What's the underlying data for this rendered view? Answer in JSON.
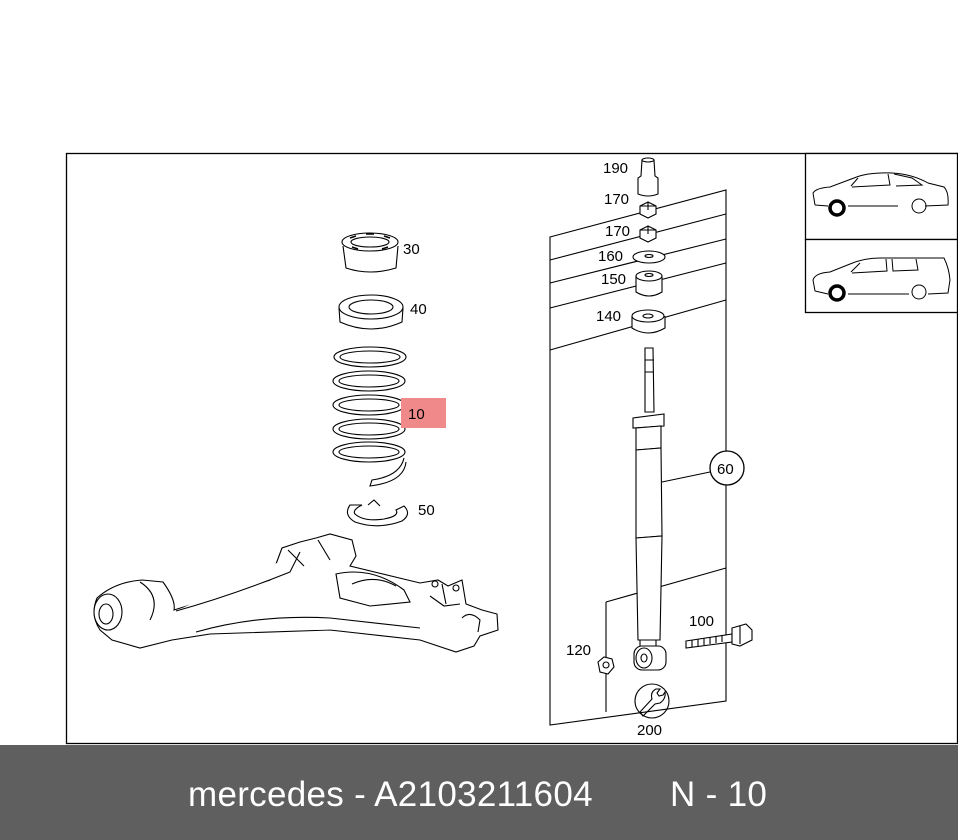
{
  "diagram": {
    "parts": {
      "p10": "10",
      "p30": "30",
      "p40": "40",
      "p50": "50",
      "p60": "60",
      "p100": "100",
      "p120": "120",
      "p140": "140",
      "p150": "150",
      "p160": "160",
      "p170a": "170",
      "p170b": "170",
      "p190": "190",
      "p200": "200"
    },
    "highlight_color": "#f08a8a",
    "vehicle_icons": [
      "sedan-car-icon",
      "estate-car-icon"
    ]
  },
  "footer": {
    "text": "mercedes - A2103211604",
    "code": "N - 10"
  }
}
